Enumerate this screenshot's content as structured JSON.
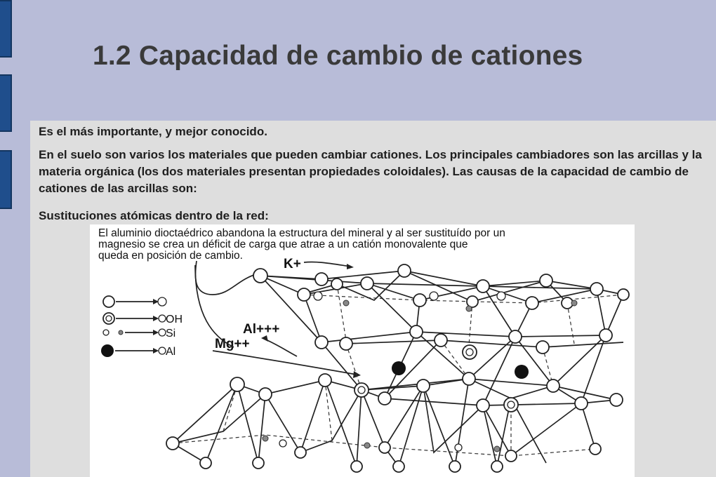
{
  "slide": {
    "title": "1.2 Capacidad de cambio de cationes",
    "paragraphs": [
      "Es el más importante, y mejor conocido.",
      "En el suelo son varios los materiales que pueden cambiar cationes. Los principales cambiadores son las arcillas y la materia orgánica (los dos materiales presentan propiedades coloidales). Las causas de la capacidad de cambio de cationes de las arcillas son:",
      "Sustituciones atómicas dentro de la red:"
    ]
  },
  "figure": {
    "caption_lines": [
      "El aluminio dioctaédrico abandona la estructura del mineral y al ser sustituído por un",
      "magnesio se crea un déficit de carga que atrae a un catión monovalente que",
      "queda en posición de  cambio."
    ],
    "labels": {
      "k": "K+",
      "al": "Al+++",
      "mg": "Mg++"
    },
    "legend": [
      "O",
      "OH",
      "Si",
      "Al"
    ]
  }
}
